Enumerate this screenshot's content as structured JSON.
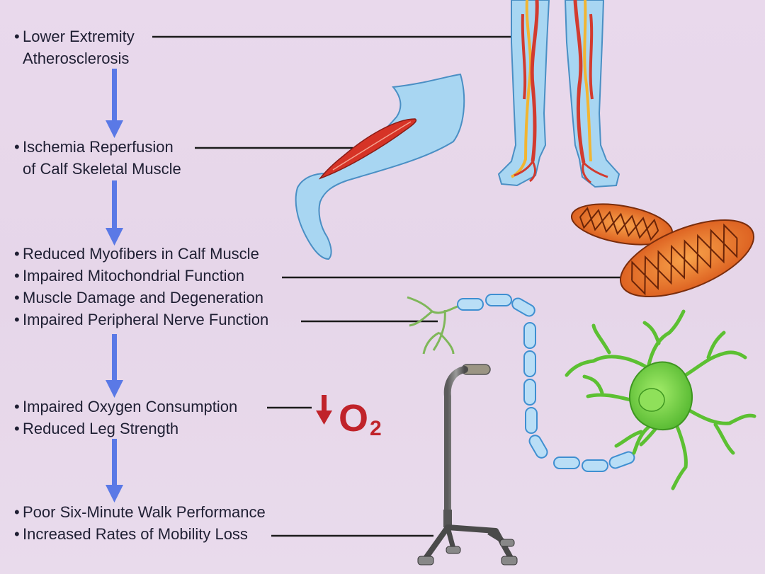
{
  "steps": [
    {
      "lines": [
        "Lower Extremity",
        "Atherosclerosis"
      ]
    },
    {
      "lines": [
        "Ischemia Reperfusion",
        "of Calf Skeletal Muscle"
      ]
    },
    {
      "items": [
        "Reduced Myofibers in Calf Muscle",
        "Impaired Mitochondrial Function",
        "Muscle Damage and Degeneration",
        "Impaired Peripheral Nerve Function"
      ]
    },
    {
      "items": [
        "Impaired Oxygen Consumption",
        "Reduced Leg Strength"
      ]
    },
    {
      "items": [
        "Poor Six-Minute Walk Performance",
        "Increased Rates of Mobility Loss"
      ]
    }
  ],
  "oxygen_symbol": {
    "main": "O",
    "sub": "2"
  },
  "colors": {
    "arrow": "#5a79e6",
    "text": "#1f1f33",
    "oxygen": "#c0232a",
    "skin": "#a8d6f2",
    "artery": "#d23b2f",
    "nerve_yellow": "#f2b531",
    "neuron": "#66c83a",
    "mitochondria": "#e36a1c",
    "axon_segment": "#b9def6"
  }
}
